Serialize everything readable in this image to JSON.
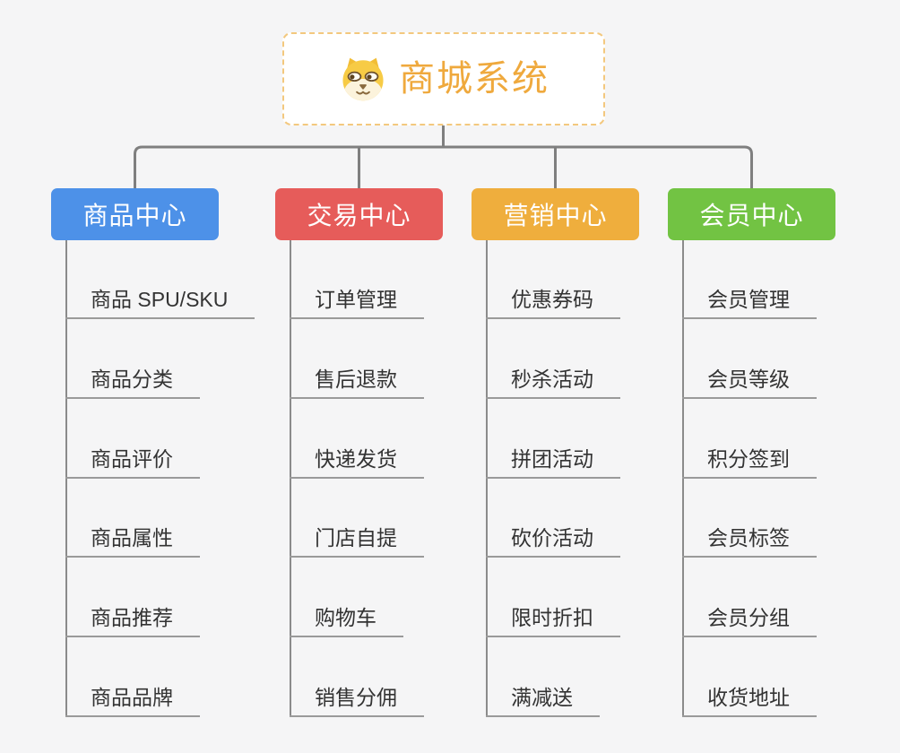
{
  "root": {
    "title": "商城系统",
    "icon": "dog-face-icon"
  },
  "branches": [
    {
      "label": "商品中心",
      "color": "#4d91e8",
      "children": [
        "商品 SPU/SKU",
        "商品分类",
        "商品评价",
        "商品属性",
        "商品推荐",
        "商品品牌"
      ]
    },
    {
      "label": "交易中心",
      "color": "#e65c5a",
      "children": [
        "订单管理",
        "售后退款",
        "快递发货",
        "门店自提",
        "购物车",
        "销售分佣"
      ]
    },
    {
      "label": "营销中心",
      "color": "#efae3d",
      "children": [
        "优惠券码",
        "秒杀活动",
        "拼团活动",
        "砍价活动",
        "限时折扣",
        "满减送"
      ]
    },
    {
      "label": "会员中心",
      "color": "#72c343",
      "children": [
        "会员管理",
        "会员等级",
        "积分签到",
        "会员标签",
        "会员分组",
        "收货地址"
      ]
    }
  ],
  "colors": {
    "background": "#f5f5f6",
    "connector": "#7f7f7f",
    "trunk_line": "#8b8b8b",
    "leaf_underline": "#9a9a9a",
    "leaf_text": "#333333",
    "root_text": "#efa93d",
    "root_border": "#f3c87e",
    "root_background": "#ffffff"
  }
}
